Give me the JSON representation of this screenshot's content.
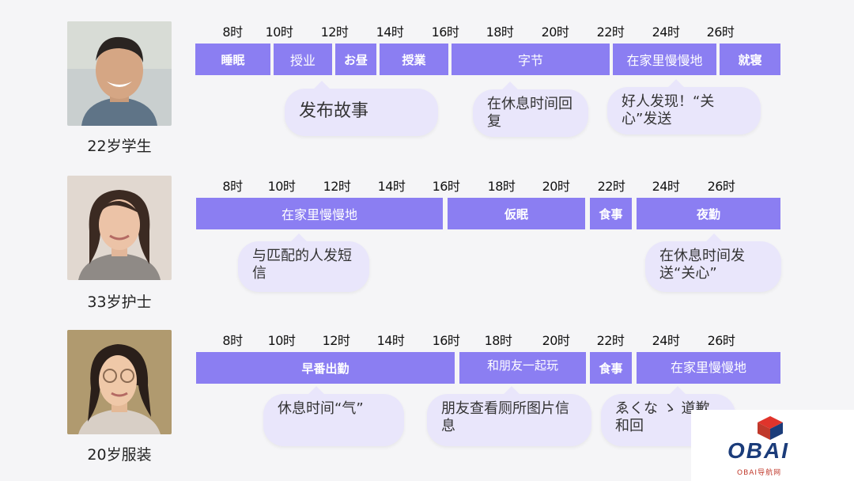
{
  "ticks": [
    "8时",
    "10时",
    "12时",
    "14时",
    "16时",
    "18时",
    "20时",
    "22时",
    "24时",
    "26时"
  ],
  "rows": [
    {
      "caption": "22岁学生",
      "segments": [
        "睡眠",
        "授业",
        "お昼",
        "授業",
        "字节",
        "在家里慢慢地",
        "就寝"
      ],
      "bubbles": [
        "发布故事",
        "在休息时间回复",
        "好人发现！“关心”发送"
      ]
    },
    {
      "caption": "33岁护士",
      "segments": [
        "在家里慢慢地",
        "仮眠",
        "食事",
        "夜勤"
      ],
      "bubbles": [
        "与匹配的人发短信",
        "在休息时间发送“关心”"
      ]
    },
    {
      "caption": "20岁服装",
      "segments": [
        "早番出勤",
        "和朋友一起玩",
        "食事",
        "在家里慢慢地"
      ],
      "bubbles": [
        "休息时间“气”",
        "朋友查看厕所图片信息",
        "ゑくな ゝ 道歉和回"
      ]
    }
  ],
  "logo": {
    "text": "OBAI",
    "sub": "OBAI导航网"
  },
  "colors": {
    "bar": "#8b7ef2",
    "bubble": "#e9e6fb"
  }
}
